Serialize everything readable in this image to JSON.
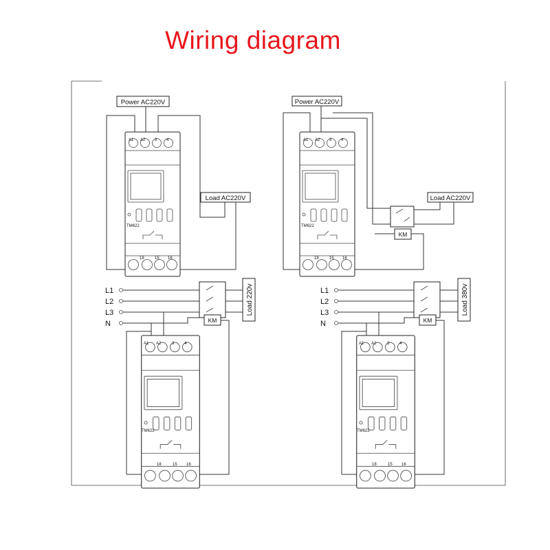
{
  "title": "Wiring diagram",
  "labels": {
    "power": "Power AC220V",
    "load": "Load AC220V",
    "load_220": "Load 220v",
    "load_380": "Load 380v",
    "contactor": "KM",
    "model": "TM622",
    "phase_l1": "L1",
    "phase_l2": "L2",
    "phase_l3": "L3",
    "neutral": "N"
  },
  "terminals": {
    "a1": "A1",
    "a2": "A2",
    "t3": "3",
    "t4": "4",
    "t18": "18",
    "t15": "15",
    "t16": "16"
  },
  "colors": {
    "title": "#e8161c",
    "lines": "#333333"
  }
}
